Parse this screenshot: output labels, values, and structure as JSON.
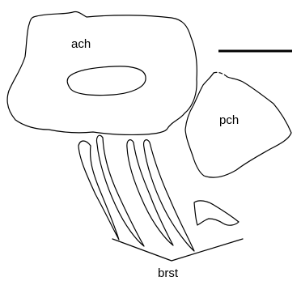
{
  "labels": {
    "ach": "ach",
    "pch": "pch",
    "brst": "brst"
  },
  "colors": {
    "stroke": "#000000",
    "background": "#ffffff"
  }
}
